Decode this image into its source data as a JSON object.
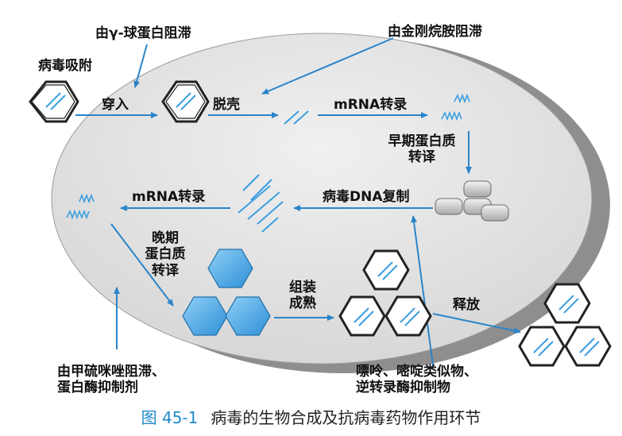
{
  "labels": {
    "gamma_globulin": "由γ-球蛋白阻滞",
    "amantadine": "由金刚烷胺阻滞",
    "adsorption": "病毒吸附",
    "penetration": "穿入",
    "uncoating": "脱壳",
    "mrna_transcription_top": "mRNA转录",
    "early_protein": [
      "早期蛋白质",
      "转译"
    ],
    "dna_replication": "病毒DNA复制",
    "mrna_transcription_mid": "mRNA转录",
    "late_protein": [
      "晚期",
      "蛋白质",
      "转译"
    ],
    "assembly": [
      "组装",
      "成熟"
    ],
    "release": "释放",
    "thiosemicarbazone": [
      "由甲硫咪唑阻滞、",
      "蛋白酶抑制剂"
    ],
    "purine": [
      "嘌呤、嘧啶类似物、",
      "逆转录酶抑制物"
    ]
  },
  "caption": {
    "number": "图 45-1",
    "title": "病毒的生物合成及抗病毒药物作用环节"
  },
  "colors": {
    "cell_fill": "#e4e4e4",
    "cell_shadow": "#9a9a9a",
    "arrow": "#2b84c9",
    "hex_blue": "#4aa9e6",
    "caption": "#1f8ac9"
  }
}
